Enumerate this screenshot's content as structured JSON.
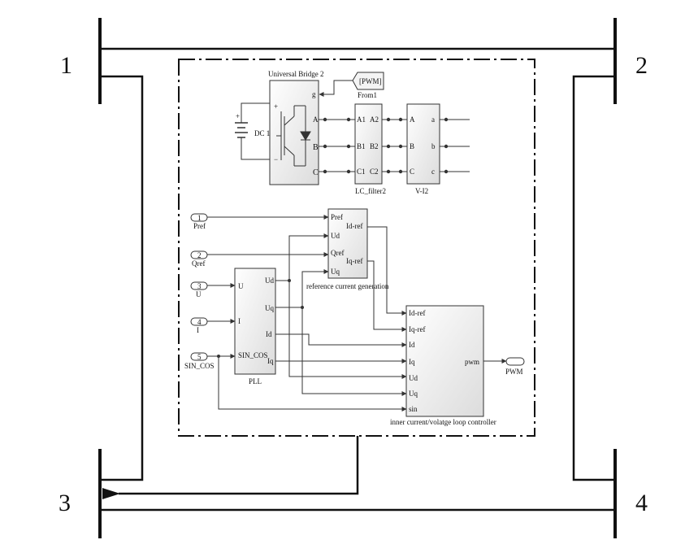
{
  "buses": {
    "b1": "1",
    "b2": "2",
    "b3": "3",
    "b4": "4"
  },
  "blocks": {
    "bridge": {
      "title": "Universal Bridge 2",
      "g": "g",
      "plus": "+",
      "minus": "−",
      "A": "A",
      "B": "B",
      "C": "C"
    },
    "dc": {
      "label": "DC 1",
      "plus": "+"
    },
    "from": {
      "tag": "[PWM]",
      "label": "From1"
    },
    "lc": {
      "label": "LC_filter2",
      "a1": "A1",
      "a2": "A2",
      "b1": "B1",
      "b2": "B2",
      "c1": "C1",
      "c2": "C2"
    },
    "vi": {
      "label": "V-I2",
      "A": "A",
      "B": "B",
      "C": "C",
      "a": "a",
      "b": "b",
      "c": "c"
    },
    "ref": {
      "label": "reference current generation",
      "pref": "Pref",
      "ud": "Ud",
      "qref": "Qref",
      "uq": "Uq",
      "idref": "Id-ref",
      "iqref": "Iq-ref"
    },
    "pll": {
      "label": "PLL",
      "u": "U",
      "i": "I",
      "sincos": "SIN_COS",
      "ud": "Ud",
      "uq": "Uq",
      "id": "Id",
      "iq": "Iq"
    },
    "inner": {
      "label": "inner current/volatge loop controller",
      "idref": "Id-ref",
      "iqref": "Iq-ref",
      "id": "Id",
      "iq": "Iq",
      "ud": "Ud",
      "uq": "Uq",
      "sin": "sin",
      "pwm": "pwm"
    }
  },
  "ports": [
    {
      "num": "1",
      "name": "Pref"
    },
    {
      "num": "2",
      "name": "Qref"
    },
    {
      "num": "3",
      "name": "U"
    },
    {
      "num": "4",
      "name": "I"
    },
    {
      "num": "5",
      "name": "SIN_COS"
    }
  ],
  "goto": {
    "label": "PWM"
  }
}
